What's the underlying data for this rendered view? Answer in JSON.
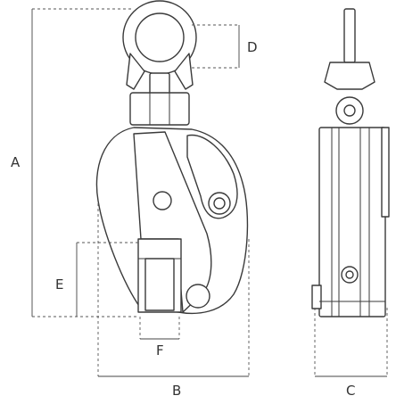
{
  "labels": {
    "a": "A",
    "b": "B",
    "c": "C",
    "d": "D",
    "e": "E",
    "f": "F"
  },
  "colors": {
    "stroke": "#3a3a3a",
    "background": "#ffffff"
  }
}
